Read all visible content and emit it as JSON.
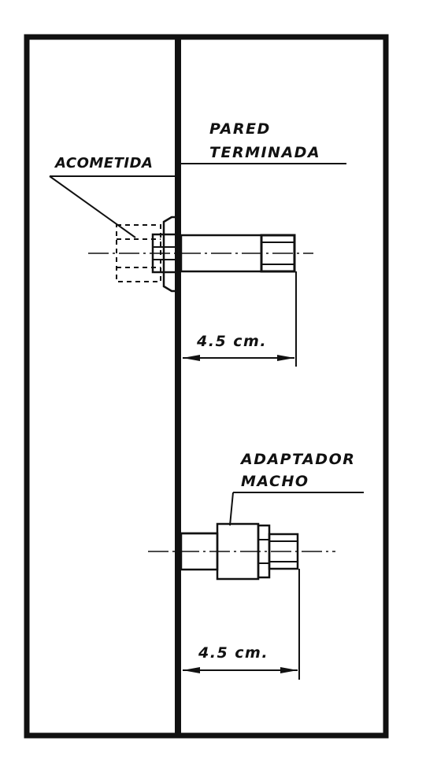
{
  "labels": {
    "pared_line1": "PARED",
    "pared_line2": "TERMINADA",
    "acometida": "ACOMETIDA",
    "adaptador_line1": "ADAPTADOR",
    "adaptador_line2": "MACHO",
    "dim_top": "4.5 cm.",
    "dim_bottom": "4.5 cm."
  },
  "colors": {
    "ink": "#111111",
    "paper": "#ffffff"
  }
}
